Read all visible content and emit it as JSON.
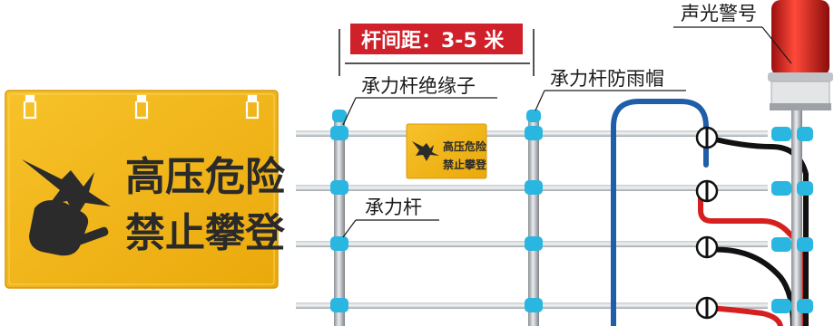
{
  "labels": {
    "pole_spacing": "杆间距：3-5 米",
    "support_insulator": "承力杆绝缘子",
    "support_rain_cap": "承力杆防雨帽",
    "support_pole": "承力杆",
    "alarm_light": "声光警号"
  },
  "warning_sign": {
    "line1": "高压危险",
    "line2": "禁止攀登"
  },
  "colors": {
    "sign_yellow": "#f4b515",
    "insulator_cyan": "#29b6e0",
    "spacing_label_red": "#d0202a",
    "wire_blue": "#1f5ea8",
    "wire_red": "#d62020",
    "wire_black": "#111111",
    "alarm_red": "#d81e1e"
  },
  "icons": {
    "warning": "electric-shock-hand-icon"
  }
}
